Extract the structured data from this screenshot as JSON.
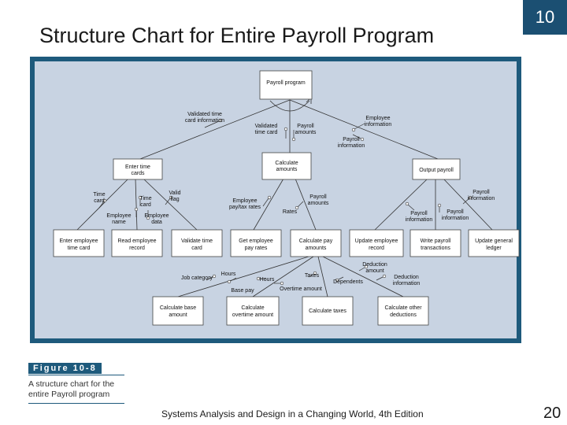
{
  "slide": {
    "title": "Structure Chart for Entire Payroll Program",
    "chapter": "10",
    "footer": "Systems Analysis and Design in a Changing World, 4th Edition",
    "page": "20"
  },
  "figure": {
    "label": "Figure 10-8",
    "caption": "A structure chart for the entire Payroll program"
  },
  "diagram": {
    "modules": {
      "payroll_program": "Payroll program",
      "enter_time_cards": [
        "Enter time",
        "cards"
      ],
      "calculate_amounts": [
        "Calculate",
        "amounts"
      ],
      "output_payroll": "Output payroll",
      "enter_employee_time_card": [
        "Enter employee",
        "time card"
      ],
      "read_employee_record": [
        "Read employee",
        "record"
      ],
      "validate_time_card": [
        "Validate time",
        "card"
      ],
      "get_employee_pay_rates": [
        "Get employee",
        "pay rates"
      ],
      "calculate_pay_amounts": [
        "Calculate pay",
        "amounts"
      ],
      "update_employee_record": [
        "Update employee",
        "record"
      ],
      "write_payroll_transactions": [
        "Write payroll",
        "transactions"
      ],
      "update_general_ledger": [
        "Update general",
        "ledger"
      ],
      "calculate_base_amount": [
        "Calculate base",
        "amount"
      ],
      "calculate_overtime_amount": [
        "Calculate",
        "overtime amount"
      ],
      "calculate_taxes": "Calculate taxes",
      "calculate_other_deductions": [
        "Calculate other",
        "deductions"
      ]
    },
    "flows": {
      "validated_time_card_information": [
        "Validated time",
        "card information"
      ],
      "validated_time_card": [
        "Validated",
        "time card"
      ],
      "payroll_amounts_top": [
        "Payroll",
        "amounts"
      ],
      "employee_information": [
        "Employee",
        "information"
      ],
      "payroll_information_top": [
        "Payroll",
        "information"
      ],
      "time_card_left": [
        "Time",
        "card"
      ],
      "time_card_mid": [
        "Time",
        "card"
      ],
      "valid_flag": [
        "Valid",
        "flag"
      ],
      "employee_name": [
        "Employee",
        "name"
      ],
      "employee_data": [
        "Employee",
        "data"
      ],
      "employee_pay_tax_rates": [
        "Employee",
        "pay/tax rates"
      ],
      "rates": "Rates",
      "payroll_amounts_mid": [
        "Payroll",
        "amounts"
      ],
      "payroll_information_a": [
        "Payroll",
        "information"
      ],
      "payroll_information_b": [
        "Payroll",
        "information"
      ],
      "payroll_information_c": [
        "Payroll",
        "information"
      ],
      "job_category": "Job category",
      "hours_a": "Hours",
      "base_pay": "Base pay",
      "hours_b": "Hours",
      "overtime_amount": "Overtime amount",
      "taxes": "Taxes",
      "deduction_amount": [
        "Deduction",
        "amount"
      ],
      "dependents": "Dependents",
      "deduction_information": [
        "Deduction",
        "information"
      ]
    }
  }
}
